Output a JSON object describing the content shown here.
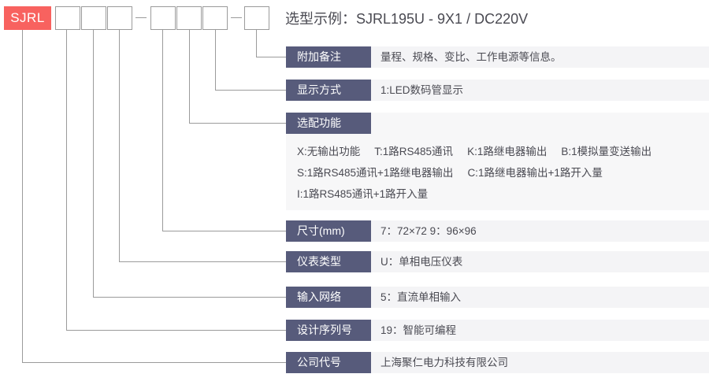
{
  "header": {
    "title": "选型示例：SJRL195U - 9X1 / DC220V",
    "brand_code": "SJRL",
    "brand_color": "#f8625f",
    "label_color": "#575b7b",
    "band_color": "#f4f4f6",
    "line_color": "#9b9b9b",
    "separator": "—",
    "slot_count": 7
  },
  "rows": [
    {
      "label": "附加备注",
      "value": "量程、规格、变比、工作电源等信息。"
    },
    {
      "label": "显示方式",
      "value": "1:LED数码管显示"
    },
    {
      "label": "尺寸(mm)",
      "value": "7：72×72   9：96×96"
    },
    {
      "label": "仪表类型",
      "value": "U：单相电压仪表"
    },
    {
      "label": "输入网络",
      "value": "5：直流单相输入"
    },
    {
      "label": "设计序列号",
      "value": "19：智能可编程"
    },
    {
      "label": "公司代号",
      "value": "上海聚仁电力科技有限公司"
    }
  ],
  "optional_block": {
    "label": "选配功能",
    "lines": [
      {
        "a": "X:无输出功能",
        "b": "T:1路RS485通讯",
        "c": "K:1路继电器输出",
        "d": "B:1模拟量变送输出"
      },
      {
        "a": "S:1路RS485通讯+1路继电器输出",
        "b": "C:1路继电器输出+1路开入量",
        "c": "",
        "d": ""
      },
      {
        "a": "I:1路RS485通讯+1路开入量",
        "b": "",
        "c": "",
        "d": ""
      }
    ]
  }
}
